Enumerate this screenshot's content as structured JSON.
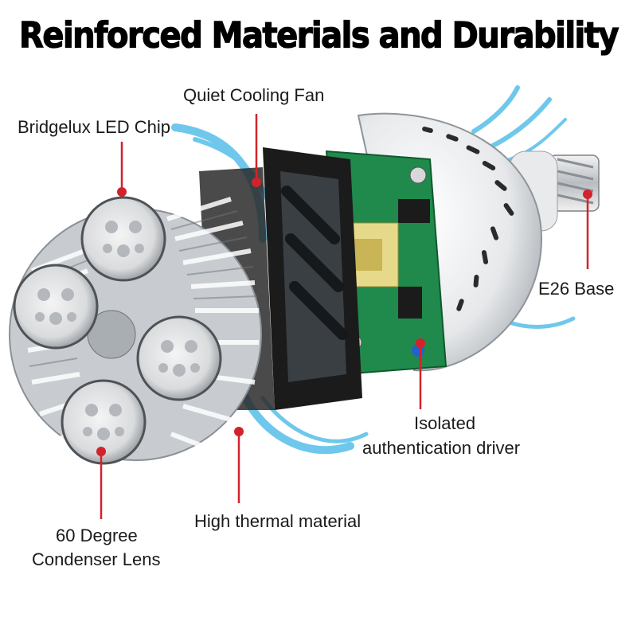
{
  "title": "Reinforced Materials and Durability",
  "labels": {
    "fan": "Quiet Cooling Fan",
    "chip": "Bridgelux LED Chip",
    "base": "E26 Base",
    "driver_line1": "Isolated",
    "driver_line2": "authentication driver",
    "thermal": "High thermal material",
    "lens_line1": "60 Degree",
    "lens_line2": "Condenser Lens"
  },
  "colors": {
    "callout": "#d2232a",
    "airflow": "#3fb6e6",
    "pcb": "#1f8a4c",
    "heatsink": "#c8ccd0"
  }
}
